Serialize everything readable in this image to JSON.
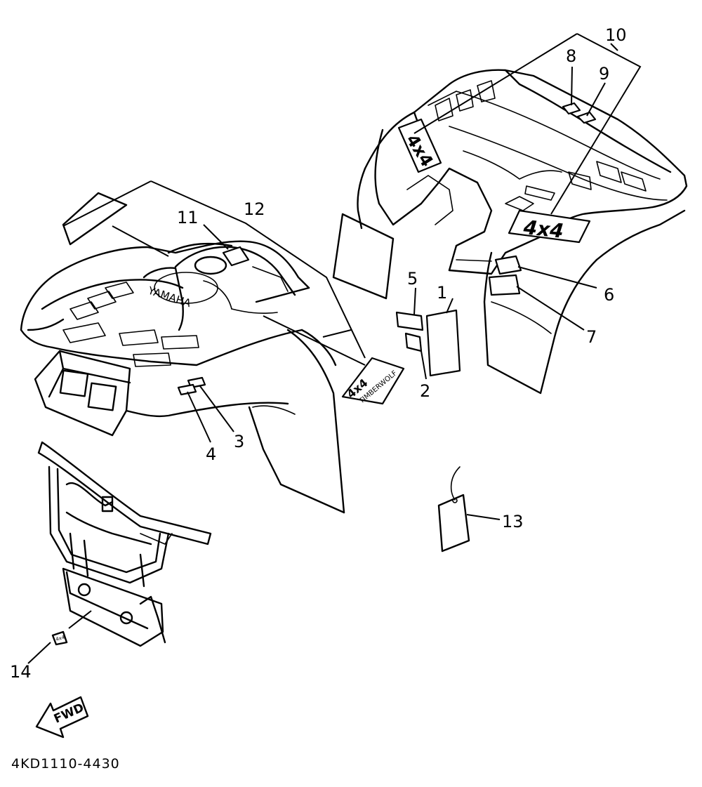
{
  "diagram_code": "4KD1110-4430",
  "direction_label": "FWD",
  "embossed_text": {
    "front_tank_logo": "YAMAHA",
    "rear_side_decal": "4x4",
    "rear_top_decal": "4x4",
    "front_fender_decal_large": "4x4",
    "front_fender_decal_small": "TIMBERWOLF",
    "bracket_emblem": "4x4"
  },
  "callouts": [
    {
      "id": "callout-1",
      "label": "1"
    },
    {
      "id": "callout-2",
      "label": "2"
    },
    {
      "id": "callout-3",
      "label": "3"
    },
    {
      "id": "callout-4",
      "label": "4"
    },
    {
      "id": "callout-5",
      "label": "5"
    },
    {
      "id": "callout-6",
      "label": "6"
    },
    {
      "id": "callout-7",
      "label": "7"
    },
    {
      "id": "callout-8",
      "label": "8"
    },
    {
      "id": "callout-9",
      "label": "9"
    },
    {
      "id": "callout-10",
      "label": "10"
    },
    {
      "id": "callout-11",
      "label": "11"
    },
    {
      "id": "callout-12",
      "label": "12"
    },
    {
      "id": "callout-13",
      "label": "13"
    },
    {
      "id": "callout-14",
      "label": "14"
    }
  ]
}
